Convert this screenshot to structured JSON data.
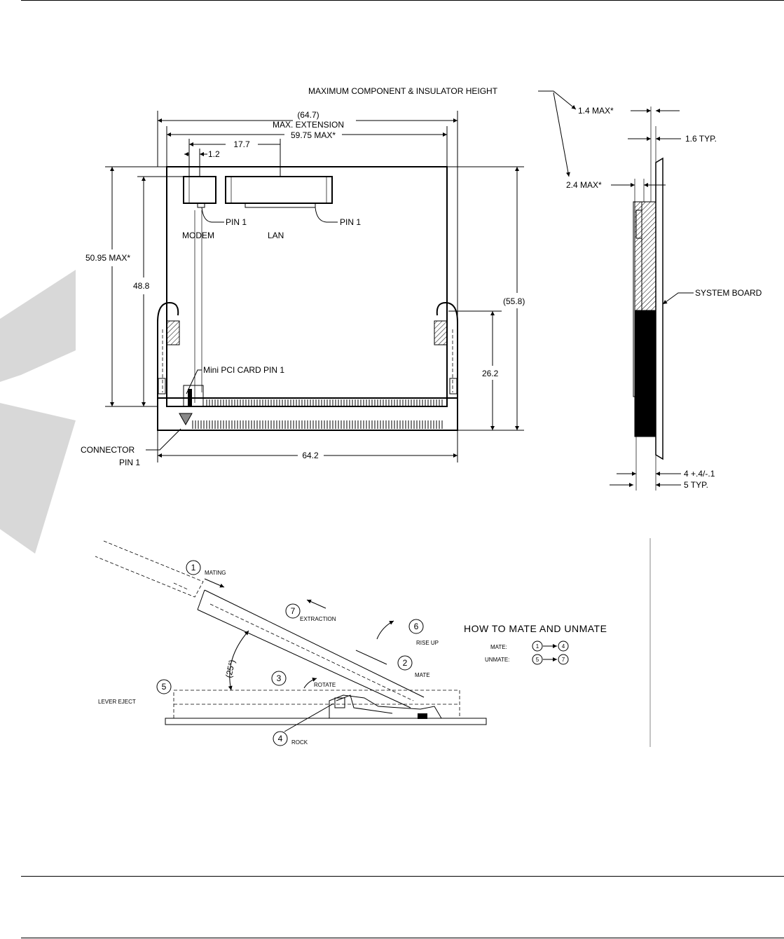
{
  "top_view": {
    "dims": {
      "max_extension_value": "(64.7)",
      "max_extension_label": "MAX. EXTENSION",
      "width_max": "59.75 MAX*",
      "offset_17_7": "17.7",
      "offset_1_2": "1.2",
      "height_max": "50.95 MAX*",
      "height": "48.8",
      "overall_height": "(55.8)",
      "latch_height": "26.2",
      "connector_width": "64.2"
    },
    "labels": {
      "modem": "MODEM",
      "lan": "LAN",
      "pin1_modem": "PIN 1",
      "pin1_lan": "PIN 1",
      "minipci_pin1": "Mini PCI CARD PIN 1",
      "connector_pin1_line1": "CONNECTOR",
      "connector_pin1_line2": "PIN 1"
    }
  },
  "side_view": {
    "max_height_label": "MAXIMUM COMPONENT & INSULATOR HEIGHT",
    "dim_1_4": "1.4 MAX*",
    "dim_1_6": "1.6 TYP.",
    "dim_2_4": "2.4 MAX*",
    "system_board": "SYSTEM BOARD",
    "dim_4": "4 +.4/-.1",
    "dim_5": "5 TYP."
  },
  "mating": {
    "steps": [
      {
        "num": "1",
        "label": "MATING"
      },
      {
        "num": "2",
        "label": "MATE"
      },
      {
        "num": "3",
        "label": "ROTATE"
      },
      {
        "num": "4",
        "label": "ROCK"
      },
      {
        "num": "5",
        "label": "LEVER EJECT"
      },
      {
        "num": "6",
        "label": "RISE UP"
      },
      {
        "num": "7",
        "label": "EXTRACTION"
      }
    ],
    "angle": "(25°)",
    "howto_title": "HOW TO MATE AND UNMATE",
    "mate_label": "MATE:",
    "mate_from": "1",
    "mate_to": "4",
    "unmate_label": "UNMATE:",
    "unmate_from": "5",
    "unmate_to": "7"
  }
}
